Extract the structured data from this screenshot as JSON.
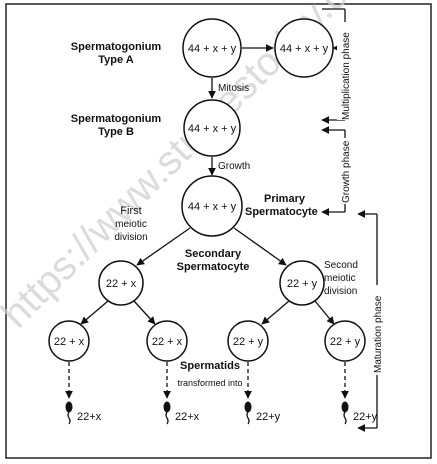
{
  "watermark": "https://www.studiestoday.com",
  "cells": {
    "spermatogonium_a": "44 + x + y",
    "spermatogonium_a_copy": "44 + x + y",
    "spermatogonium_b": "44 + x + y",
    "primary": "44 + x + y",
    "secondary_x": "22 + x",
    "secondary_y": "22 + y",
    "spermatid_1": "22 + x",
    "spermatid_2": "22 + x",
    "spermatid_3": "22 + y",
    "spermatid_4": "22 + y"
  },
  "labels": {
    "spermatogonium_type_a_line1": "Spermatogonium",
    "spermatogonium_type_a_line2": "Type A",
    "spermatogonium_type_b_line1": "Spermatogonium",
    "spermatogonium_type_b_line2": "Type B",
    "mitosis": "Mitosis",
    "growth": "Growth",
    "primary_line1": "Primary",
    "primary_line2": "Spermatocyte",
    "first_meiotic_line1": "First",
    "first_meiotic_line2": "meiotic",
    "first_meiotic_line3": "division",
    "secondary_line1": "Secondary",
    "secondary_line2": "Spermatocyte",
    "second_meiotic_line1": "Second",
    "second_meiotic_line2": "meiotic",
    "second_meiotic_line3": "division",
    "spermatids": "Spermatids",
    "transformed_into": "transformed into"
  },
  "phases": {
    "multiplication": "Multiplication phase",
    "growth": "Growth phase",
    "maturation": "Maturation phase"
  },
  "sperms": {
    "s1": "22+x",
    "s2": "22+x",
    "s3": "22+y",
    "s4": "22+y"
  }
}
